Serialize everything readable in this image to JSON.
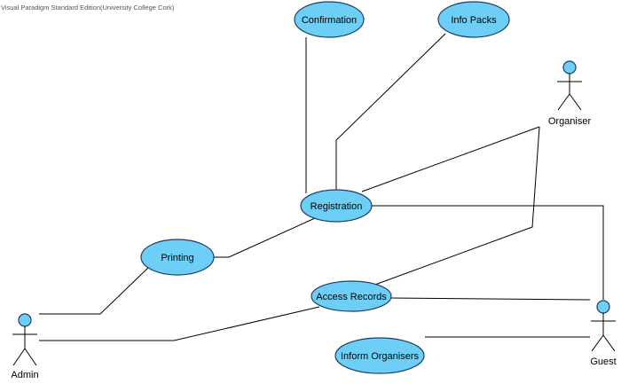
{
  "watermark": "Visual Paradigm Standard Edition(University College Cork)",
  "colors": {
    "use_case_fill": "#6ecff6",
    "use_case_stroke": "#1f3e66",
    "line": "#000000"
  },
  "use_cases": {
    "confirmation": "Confirmation",
    "info_packs": "Info Packs",
    "registration": "Registration",
    "printing": "Printing",
    "access_records": "Access Records",
    "inform_organisers": "Inform Organisers"
  },
  "actors": {
    "organiser": "Organiser",
    "admin": "Admin",
    "guest": "Guest"
  },
  "associations": [
    [
      "registration",
      "confirmation"
    ],
    [
      "registration",
      "info_packs"
    ],
    [
      "registration",
      "organiser"
    ],
    [
      "registration",
      "guest"
    ],
    [
      "registration",
      "printing"
    ],
    [
      "printing",
      "admin"
    ],
    [
      "access_records",
      "organiser"
    ],
    [
      "access_records",
      "guest"
    ],
    [
      "access_records",
      "admin"
    ],
    [
      "inform_organisers",
      "guest"
    ]
  ]
}
